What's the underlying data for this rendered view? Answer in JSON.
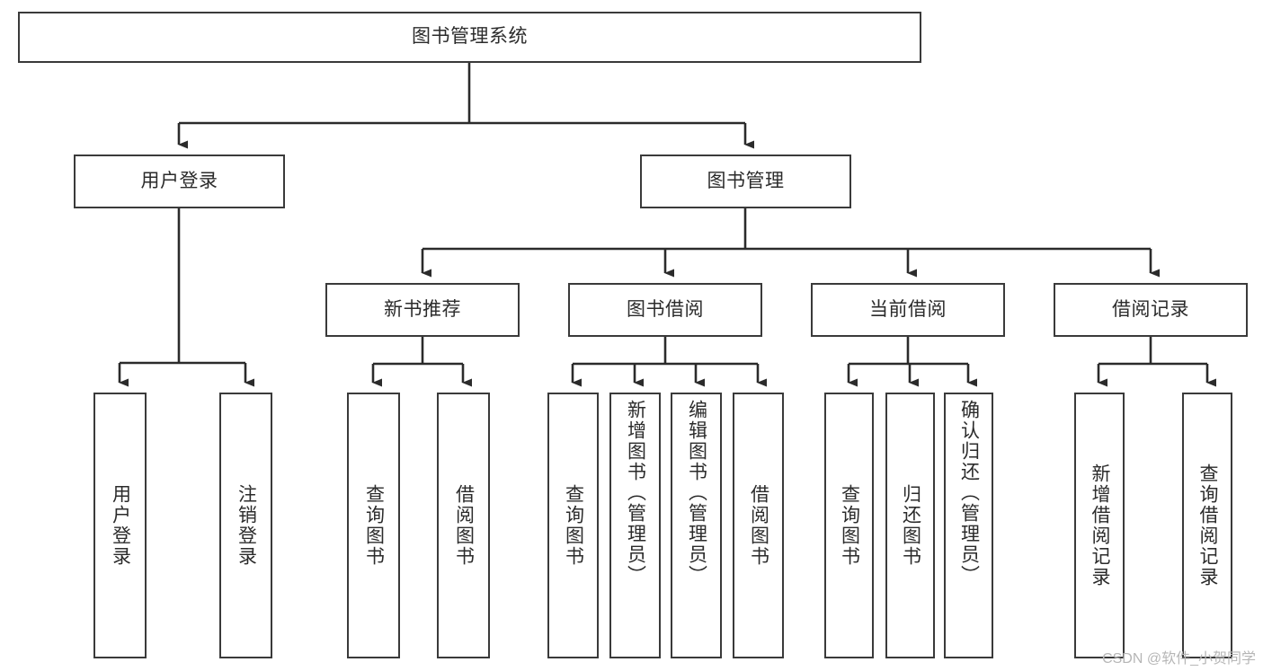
{
  "diagram": {
    "title": "图书管理系统",
    "type": "tree",
    "root": {
      "id": "root",
      "label": "图书管理系统"
    },
    "level2": [
      {
        "id": "user-login",
        "label": "用户登录"
      },
      {
        "id": "book-manage",
        "label": "图书管理"
      }
    ],
    "level3": [
      {
        "id": "new-book-recommend",
        "label": "新书推荐",
        "parent": "book-manage"
      },
      {
        "id": "book-borrow",
        "label": "图书借阅",
        "parent": "book-manage"
      },
      {
        "id": "current-borrow",
        "label": "当前借阅",
        "parent": "book-manage"
      },
      {
        "id": "borrow-record",
        "label": "借阅记录",
        "parent": "book-manage"
      }
    ],
    "leaves": [
      {
        "id": "leaf-user-login",
        "label": "用户登录",
        "parent": "user-login"
      },
      {
        "id": "leaf-logout-login",
        "label": "注销登录",
        "parent": "user-login"
      },
      {
        "id": "leaf-query-book-1",
        "label": "查询图书",
        "parent": "new-book-recommend"
      },
      {
        "id": "leaf-borrow-book-1",
        "label": "借阅图书",
        "parent": "new-book-recommend"
      },
      {
        "id": "leaf-query-book-2",
        "label": "查询图书",
        "parent": "book-borrow"
      },
      {
        "id": "leaf-add-book",
        "label": "新增图书（管理员）",
        "parent": "book-borrow"
      },
      {
        "id": "leaf-edit-book",
        "label": "编辑图书（管理员）",
        "parent": "book-borrow"
      },
      {
        "id": "leaf-borrow-book-2",
        "label": "借阅图书",
        "parent": "book-borrow"
      },
      {
        "id": "leaf-query-book-3",
        "label": "查询图书",
        "parent": "current-borrow"
      },
      {
        "id": "leaf-return-book",
        "label": "归还图书",
        "parent": "current-borrow"
      },
      {
        "id": "leaf-confirm-return",
        "label": "确认归还（管理员）",
        "parent": "current-borrow"
      },
      {
        "id": "leaf-add-record",
        "label": "新增借阅记录",
        "parent": "borrow-record"
      },
      {
        "id": "leaf-query-record",
        "label": "查询借阅记录",
        "parent": "borrow-record"
      }
    ],
    "colors": {
      "border": "#3a3a3a",
      "text": "#2b2b2b",
      "background": "#ffffff",
      "edge": "#2b2b2b",
      "watermark": "#b6b6b6"
    }
  },
  "watermark": {
    "text": "CSDN @软件_小贺同学"
  }
}
